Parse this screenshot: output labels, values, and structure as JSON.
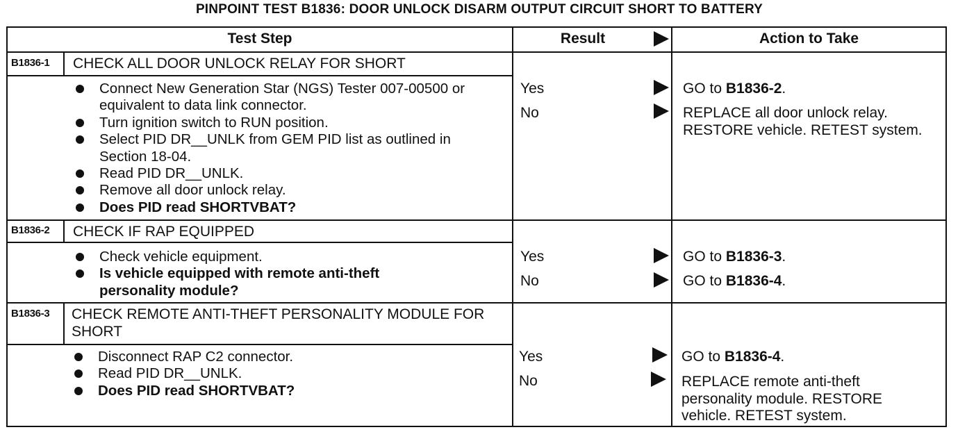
{
  "title": "PINPOINT TEST B1836: DOOR UNLOCK DISARM OUTPUT CIRCUIT SHORT TO BATTERY",
  "headers": {
    "test_step": "Test Step",
    "result": "Result",
    "action": "Action to Take"
  },
  "steps": [
    {
      "id": "B1836-1",
      "title": "CHECK ALL DOOR UNLOCK RELAY FOR SHORT",
      "bullets": [
        "Connect New Generation Star (NGS) Tester 007-00500 or equivalent to data link connector.",
        "Turn ignition switch to RUN position.",
        "Select PID DR__UNLK from GEM PID list as outlined in Section 18-04.",
        "Read PID DR__UNLK.",
        "Remove all door unlock relay."
      ],
      "question": "Does PID read SHORTVBAT?",
      "results": [
        {
          "label": "Yes",
          "action_text": "GO to ",
          "action_ref": "B1836-2",
          "action_tail": "."
        },
        {
          "label": "No",
          "action_text": "REPLACE all door unlock relay. RESTORE vehicle. RETEST system.",
          "action_ref": "",
          "action_tail": ""
        }
      ]
    },
    {
      "id": "B1836-2",
      "title": "CHECK IF RAP EQUIPPED",
      "bullets": [
        "Check vehicle equipment."
      ],
      "question": "Is vehicle equipped with remote anti-theft personality module?",
      "results": [
        {
          "label": "Yes",
          "action_text": "GO to ",
          "action_ref": "B1836-3",
          "action_tail": "."
        },
        {
          "label": "No",
          "action_text": "GO to ",
          "action_ref": "B1836-4",
          "action_tail": "."
        }
      ]
    },
    {
      "id": "B1836-3",
      "title": "CHECK REMOTE ANTI-THEFT PERSONALITY MODULE FOR SHORT",
      "bullets": [
        "Disconnect RAP C2 connector.",
        "Read PID DR__UNLK."
      ],
      "question": "Does PID read SHORTVBAT?",
      "results": [
        {
          "label": "Yes",
          "action_text": "GO to ",
          "action_ref": "B1836-4",
          "action_tail": "."
        },
        {
          "label": "No",
          "action_text": "REPLACE remote anti-theft personality module. RESTORE vehicle. RETEST system.",
          "action_ref": "",
          "action_tail": ""
        }
      ]
    }
  ]
}
